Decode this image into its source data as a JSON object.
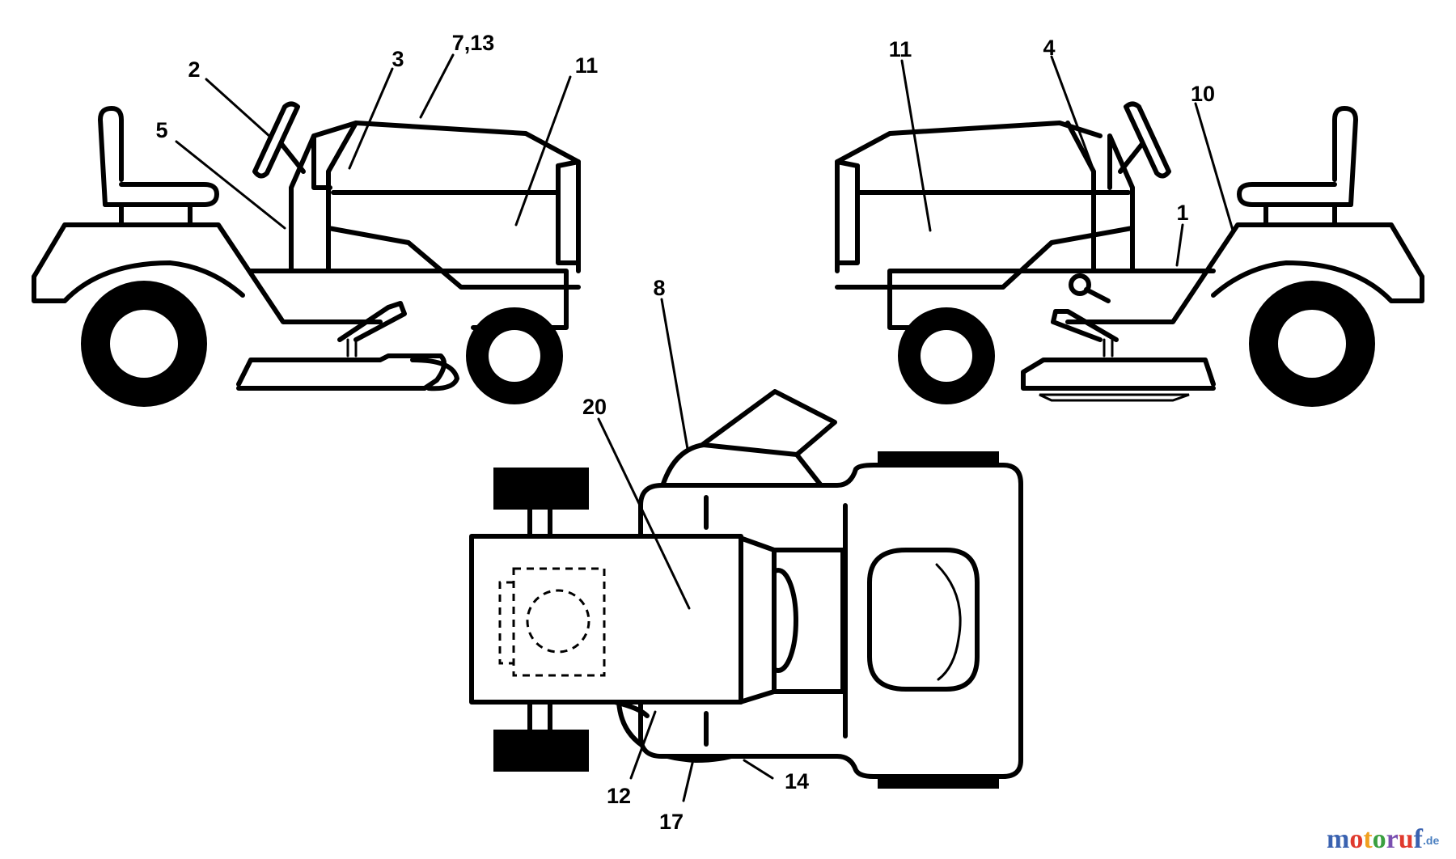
{
  "callouts": {
    "c1": "1",
    "c2": "2",
    "c3": "3",
    "c4": "4",
    "c5": "5",
    "c7_13": "7,13",
    "c8": "8",
    "c10": "10",
    "c11_left": "11",
    "c11_right": "11",
    "c12": "12",
    "c14": "14",
    "c17": "17",
    "c20": "20"
  },
  "watermark": {
    "letters": [
      "m",
      "o",
      "t",
      "o",
      "r",
      "u",
      "f"
    ],
    "letter_colors": [
      "#3a62b0",
      "#e03a2e",
      "#f0a020",
      "#3aa040",
      "#7a4fb0",
      "#e03a2e",
      "#3a62b0"
    ],
    "suffix": ".de"
  }
}
